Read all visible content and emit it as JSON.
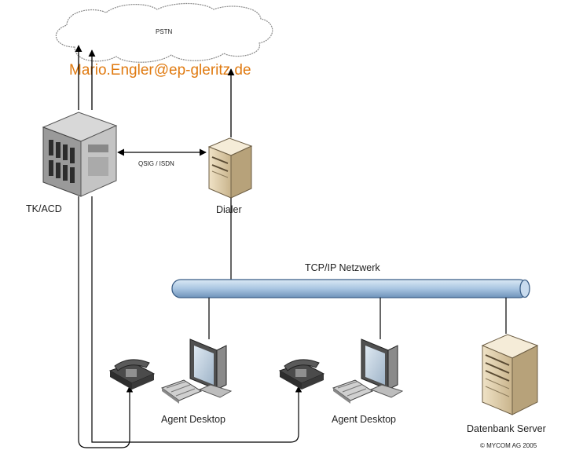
{
  "cloud": {
    "label": "PSTN"
  },
  "watermark": "Mario.Engler@ep-gleritz.de",
  "nodes": {
    "tk_acd": {
      "label": "TK/ACD",
      "icon": "pbx-server-icon"
    },
    "dialer": {
      "label": "Dialer",
      "icon": "tower-server-icon"
    },
    "db": {
      "label": "Datenbank Server",
      "icon": "tower-server-icon"
    },
    "agent1": {
      "label": "Agent Desktop",
      "icon": "agent-workstation-icon"
    },
    "agent2": {
      "label": "Agent Desktop",
      "icon": "agent-workstation-icon"
    }
  },
  "links": {
    "qsig": "QSIG / ISDN"
  },
  "network": {
    "label": "TCP/IP Netzwerk"
  },
  "copyright": "© MYCOM AG 2005"
}
